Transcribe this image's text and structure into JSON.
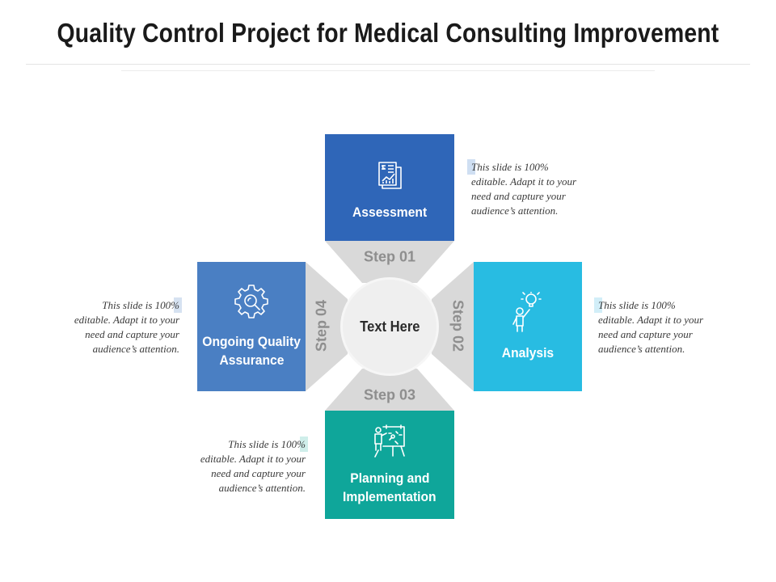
{
  "slide": {
    "title": "Quality Control Project for Medical Consulting Improvement"
  },
  "diagram": {
    "center": "Text Here",
    "steps": [
      {
        "step_label": "Step 01",
        "title": "Assessment",
        "icon": "financial-report-icon",
        "color": "#2f66b8"
      },
      {
        "step_label": "Step 02",
        "title": "Analysis",
        "icon": "idea-person-icon",
        "color": "#28bce2"
      },
      {
        "step_label": "Step 03",
        "title": "Planning and Implementation",
        "title_lines": [
          "Planning and",
          "Implementation"
        ],
        "icon": "presentation-board-icon",
        "color": "#0fa69a"
      },
      {
        "step_label": "Step 04",
        "title": "Ongoing Quality Assurance",
        "title_lines": [
          "Ongoing Quality",
          "Assurance"
        ],
        "icon": "gear-search-icon",
        "color": "#4a7fc3"
      }
    ],
    "connector_color": "#d9d9d9"
  },
  "notes": [
    {
      "lines": [
        "This slide is 100%",
        "editable. Adapt it to your",
        "need and capture your",
        "audience’s attention."
      ]
    },
    {
      "lines": [
        "This slide is 100%",
        "editable. Adapt it to your",
        "need and capture your",
        "audience’s attention."
      ]
    },
    {
      "lines": [
        "This slide is 100%",
        "editable. Adapt it to your",
        "need and capture your",
        "audience’s attention."
      ]
    },
    {
      "lines": [
        "This slide is 100%",
        "editable. Adapt it to your",
        "need and capture your",
        "audience’s attention."
      ]
    }
  ]
}
